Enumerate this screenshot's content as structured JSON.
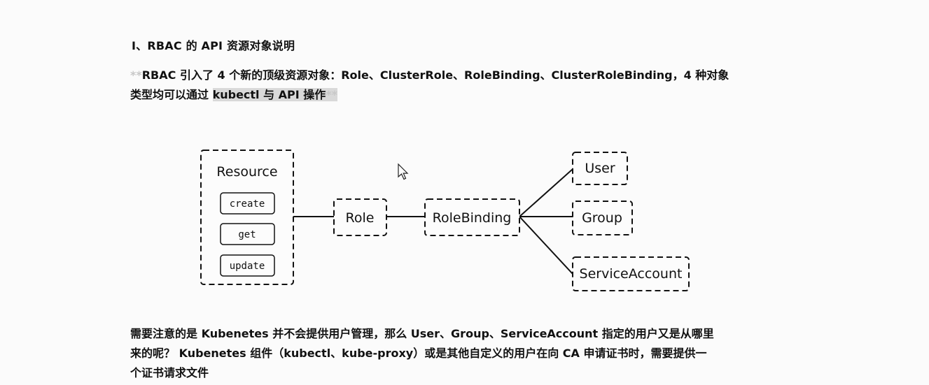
{
  "heading": "Ⅰ、RBAC 的 API 资源对象说明",
  "intro": {
    "marker_open": "**",
    "text_line1": "RBAC 引入了 4 个新的顶级资源对象：Role、ClusterRole、RoleBinding、ClusterRoleBinding，4 种对象",
    "text_line2_plain": "类型均可以通过 ",
    "text_line2_highlight": "kubectl 与 API 操作",
    "marker_close": "**"
  },
  "diagram": {
    "resource_title": "Resource",
    "verbs": [
      "create",
      "get",
      "update"
    ],
    "role": "Role",
    "rolebinding": "RoleBinding",
    "subjects": [
      "User",
      "Group",
      "ServiceAccount"
    ]
  },
  "note": {
    "line1": "需要注意的是 Kubenetes 并不会提供用户管理，那么 User、Group、ServiceAccount 指定的用户又是从哪里",
    "line2": "来的呢？ Kubenetes 组件（kubectl、kube-proxy）或是其他自定义的用户在向 CA 申请证书时，需要提供一",
    "line3": "个证书请求文件"
  }
}
